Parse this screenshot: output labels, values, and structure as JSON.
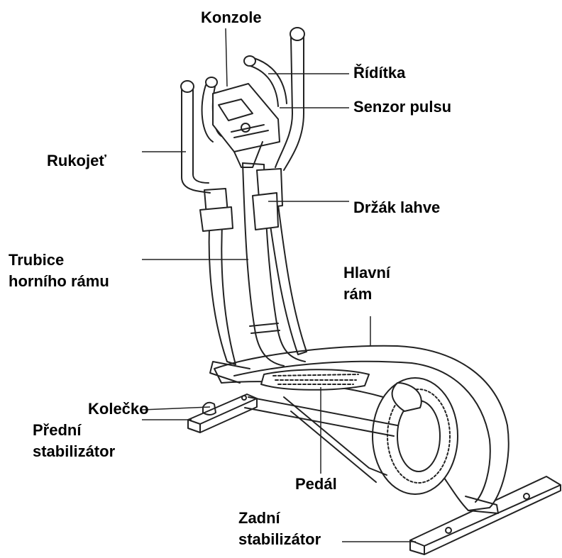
{
  "labels": {
    "console": "Konzole",
    "handlebars": "Řídítka",
    "pulse_sensor": "Senzor pulsu",
    "handle": "Rukojeť",
    "bottle_holder": "Držák lahve",
    "upper_frame_tube": [
      "Trubice",
      "horního rámu"
    ],
    "main_frame": [
      "Hlavní",
      "rám"
    ],
    "wheel": "Kolečko",
    "front_stabilizer": [
      "Přední",
      "stabilizátor"
    ],
    "pedal": "Pedál",
    "rear_stabilizer": [
      "Zadní",
      "stabilizátor"
    ]
  },
  "colors": {
    "ink": "#000000",
    "line": "#222222",
    "background": "#ffffff"
  }
}
